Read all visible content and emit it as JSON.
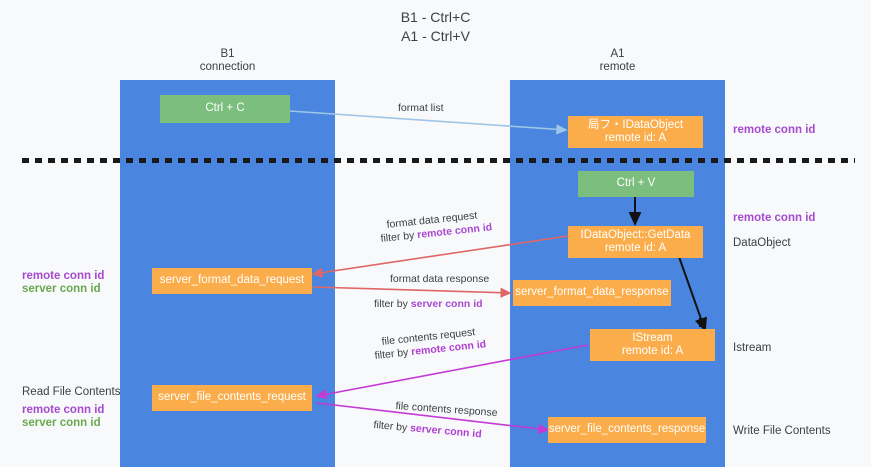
{
  "title": {
    "line1": "B1 - Ctrl+C",
    "line2": "A1 - Ctrl+V"
  },
  "columns": [
    {
      "name": "B1",
      "subtitle": "connection"
    },
    {
      "name": "A1",
      "subtitle": "remote"
    }
  ],
  "colors": {
    "column": "#4a86e0",
    "green_box": "#7cbe7e",
    "orange_box": "#fbad4b",
    "purple_text": "#a64ad0",
    "green_text": "#6aa84f",
    "red_arrow": "#e06666",
    "violet_arrow": "#c33ad6",
    "blue_arrow": "#9fc5e8",
    "black_arrow": "#000000",
    "background": "#f8f9fa"
  },
  "boxes": {
    "ctrl_c": {
      "label": "Ctrl + C"
    },
    "query_idataobject": {
      "label": "局フ・IDataObject",
      "sub": "remote id: A"
    },
    "ctrl_v": {
      "label": "Ctrl + V"
    },
    "getdata": {
      "label": "IDataObject::GetData",
      "sub": "remote id: A"
    },
    "server_format_data_request": {
      "label": "server_format_data_request"
    },
    "server_format_data_response": {
      "label": "server_format_data_response"
    },
    "istream": {
      "label": "IStream",
      "sub": "remote id: A"
    },
    "server_file_contents_request": {
      "label": "server_file_contents_request"
    },
    "server_file_contents_response": {
      "label": "server_file_contents_response"
    }
  },
  "edge_labels": {
    "format_list": "format list",
    "format_data_request": "format data request",
    "format_data_request_filter_prefix": "filter by ",
    "format_data_request_filter_key": "remote conn id",
    "format_data_response": "format data response",
    "format_data_response_filter_prefix": "filter by ",
    "format_data_response_filter_key": "server conn id",
    "file_contents_request": "file contents request",
    "file_contents_request_filter_prefix": "filter by ",
    "file_contents_request_filter_key": "remote conn id",
    "file_contents_response": "file contents response",
    "file_contents_response_filter_prefix": "filter by ",
    "file_contents_response_filter_key": "server conn id"
  },
  "right_labels": {
    "remote_conn_id_top": "remote conn id",
    "remote_conn_id_mid": "remote conn id",
    "dataobject": "DataObject",
    "istream": "Istream",
    "write_file_contents": "Write File Contents"
  },
  "left_labels": {
    "remote_conn_id": "remote conn id",
    "server_conn_id": "server conn id",
    "read_file_contents": "Read File Contents",
    "remote_conn_id_2": "remote conn id",
    "server_conn_id_2": "server conn id"
  }
}
